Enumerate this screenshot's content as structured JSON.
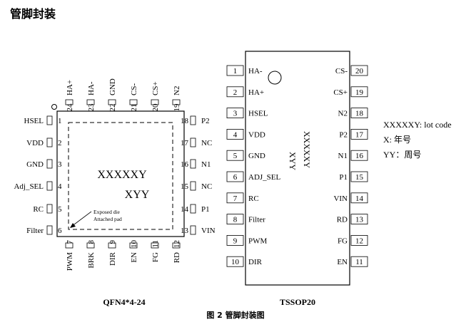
{
  "heading": "管脚封装",
  "qfn": {
    "name": "QFN4*4-24",
    "marking_line1": "XXXXXY",
    "marking_line2": "XYY",
    "pad_label_line1": "Exposed die",
    "pad_label_line2": "Attached pad",
    "left_pins": [
      {
        "num": "1",
        "name": "HSEL"
      },
      {
        "num": "2",
        "name": "VDD"
      },
      {
        "num": "3",
        "name": "GND"
      },
      {
        "num": "4",
        "name": "Adj_SEL"
      },
      {
        "num": "5",
        "name": "RC"
      },
      {
        "num": "6",
        "name": "Filter"
      }
    ],
    "bottom_pins": [
      {
        "num": "7",
        "name": "PWM"
      },
      {
        "num": "8",
        "name": "BRK"
      },
      {
        "num": "9",
        "name": "DIR"
      },
      {
        "num": "10",
        "name": "EN"
      },
      {
        "num": "11",
        "name": "FG"
      },
      {
        "num": "12",
        "name": "RD"
      }
    ],
    "right_pins": [
      {
        "num": "13",
        "name": "VIN"
      },
      {
        "num": "14",
        "name": "P1"
      },
      {
        "num": "15",
        "name": "NC"
      },
      {
        "num": "16",
        "name": "N1"
      },
      {
        "num": "17",
        "name": "NC"
      },
      {
        "num": "18",
        "name": "P2"
      }
    ],
    "top_pins": [
      {
        "num": "19",
        "name": "N2"
      },
      {
        "num": "20",
        "name": "CS+"
      },
      {
        "num": "21",
        "name": "CS-"
      },
      {
        "num": "22",
        "name": "GND"
      },
      {
        "num": "23",
        "name": "HA-"
      },
      {
        "num": "24",
        "name": "HA+"
      }
    ]
  },
  "tssop": {
    "name": "TSSOP20",
    "marking_line1": "XXXXXY",
    "marking_line2": "XYY",
    "left_pins": [
      {
        "num": "1",
        "name": "HA-"
      },
      {
        "num": "2",
        "name": "HA+"
      },
      {
        "num": "3",
        "name": "HSEL"
      },
      {
        "num": "4",
        "name": "VDD"
      },
      {
        "num": "5",
        "name": "GND"
      },
      {
        "num": "6",
        "name": "ADJ_SEL"
      },
      {
        "num": "7",
        "name": "RC"
      },
      {
        "num": "8",
        "name": "Filter"
      },
      {
        "num": "9",
        "name": "PWM"
      },
      {
        "num": "10",
        "name": "DIR"
      }
    ],
    "right_pins": [
      {
        "num": "20",
        "name": "CS-"
      },
      {
        "num": "19",
        "name": "CS+"
      },
      {
        "num": "18",
        "name": "N2"
      },
      {
        "num": "17",
        "name": "P2"
      },
      {
        "num": "16",
        "name": "N1"
      },
      {
        "num": "15",
        "name": "P1"
      },
      {
        "num": "14",
        "name": "VIN"
      },
      {
        "num": "13",
        "name": "RD"
      },
      {
        "num": "12",
        "name": "FG"
      },
      {
        "num": "11",
        "name": "EN"
      }
    ]
  },
  "legend": [
    "XXXXXY: lot code",
    "X:  年号",
    "YY：周号"
  ],
  "caption": "图 2  管脚封装图"
}
